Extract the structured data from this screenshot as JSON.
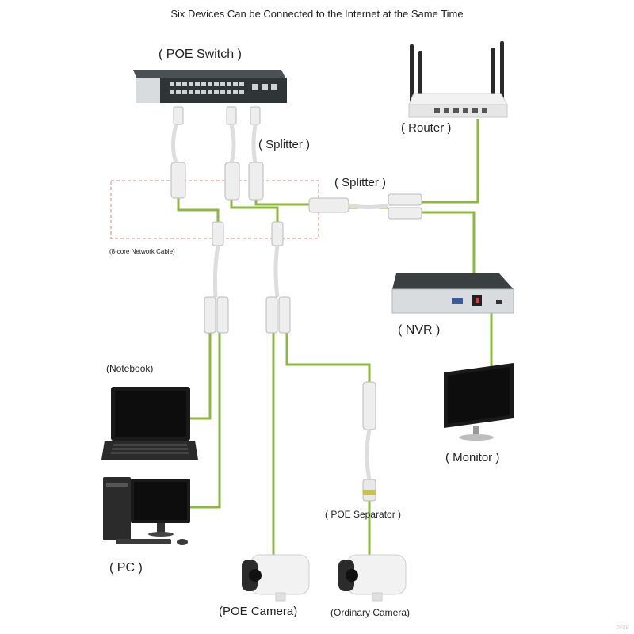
{
  "title": "Six Devices Can be Connected to the Internet at the Same Time",
  "labels": {
    "poe_switch": "( POE Switch )",
    "router": "( Router )",
    "splitter_top": "( Splitter )",
    "splitter_mid": "( Splitter )",
    "network_cable": "(8-core Network Cable)",
    "nvr": "( NVR )",
    "notebook": "(Notebook)",
    "monitor": "( Monitor )",
    "poe_separator": "( POE Separator )",
    "pc": "( PC )",
    "poe_camera": "(POE Camera)",
    "ordinary_camera": "(Ordinary Camera)"
  },
  "watermark": "2F0B",
  "colors": {
    "cable": "#8cb83c",
    "device_dark": "#2f3437",
    "device_silver": "#d9dcde",
    "connector": "#eeeeee",
    "dashed_box": "#e08080",
    "screen": "#0d0d0d"
  }
}
